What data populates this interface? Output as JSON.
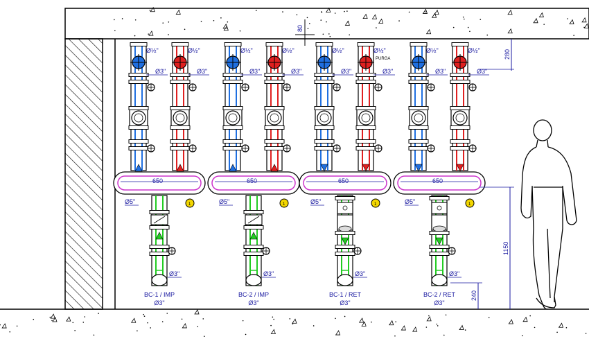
{
  "dimensions": {
    "top_offset": "80",
    "ceiling_gap": "280",
    "header_height": "1150",
    "floor_gap": "240",
    "header_length": "650"
  },
  "pipe_sizes": {
    "small_valve": "Ø½\"",
    "branch": "Ø3\"",
    "header": "Ø5\""
  },
  "purge_label": "PURGA",
  "marker_number": "1",
  "groups": [
    {
      "caption": "BC-1 / IMP",
      "size": "Ø3\"",
      "flow": "up",
      "pump_valve": "strainer"
    },
    {
      "caption": "BC-2 / IMP",
      "size": "Ø3\"",
      "flow": "up",
      "pump_valve": "strainer"
    },
    {
      "caption": "BC-1 / RET",
      "size": "Ø3\"",
      "flow": "down",
      "pump_valve": "gate"
    },
    {
      "caption": "BC-2 / RET",
      "size": "Ø3\"",
      "flow": "down",
      "pump_valve": "gate"
    }
  ],
  "colors": {
    "cold": "#1f6fe0",
    "hot": "#e02020",
    "green": "#22cc22",
    "magenta": "#cc33cc",
    "dim": "#1a1aa0",
    "marker": "#f2d600"
  }
}
